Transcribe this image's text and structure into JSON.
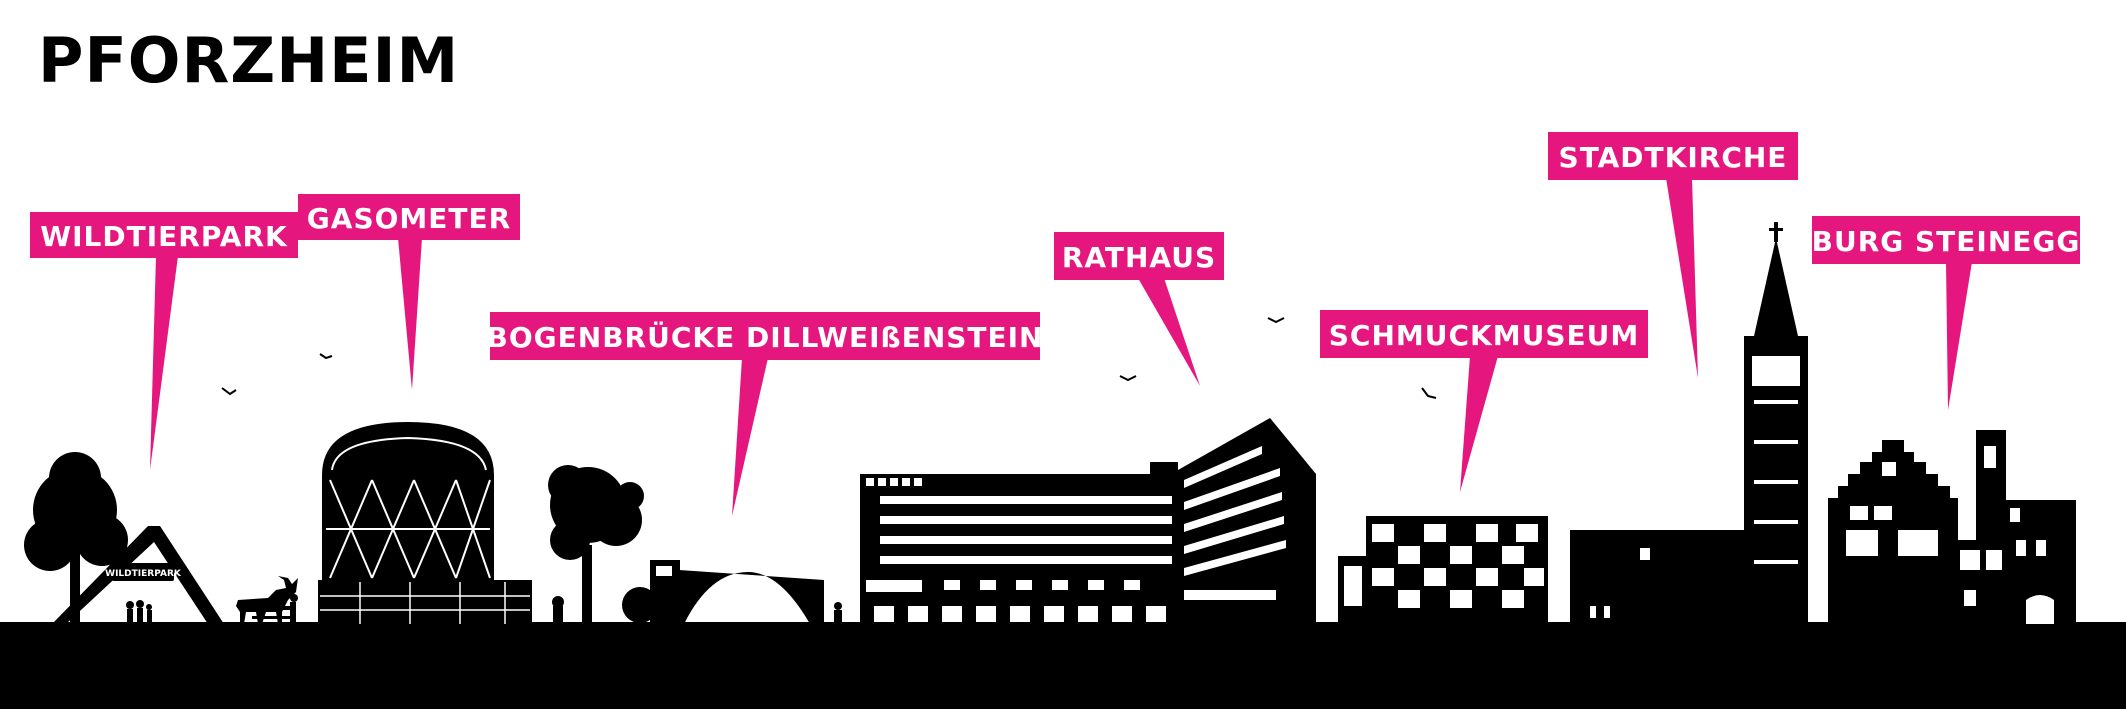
{
  "title": "PFORZHEIM",
  "colors": {
    "accent": "#e5177e",
    "silhouette": "#000000",
    "background": "#ffffff"
  },
  "labels": {
    "wildtierpark": "WILDTIERPARK",
    "gasometer": "GASOMETER",
    "bogenbruecke": "BOGENBRÜCKE DILLWEIßENSTEIN",
    "rathaus": "RATHAUS",
    "schmuckmuseum": "SCHMUCKMUSEUM",
    "stadtkirche": "STADTKIRCHE",
    "burg": "BURG STEINEGG"
  },
  "signs": {
    "wildtierpark_sign": "WILDTIERPARK"
  }
}
